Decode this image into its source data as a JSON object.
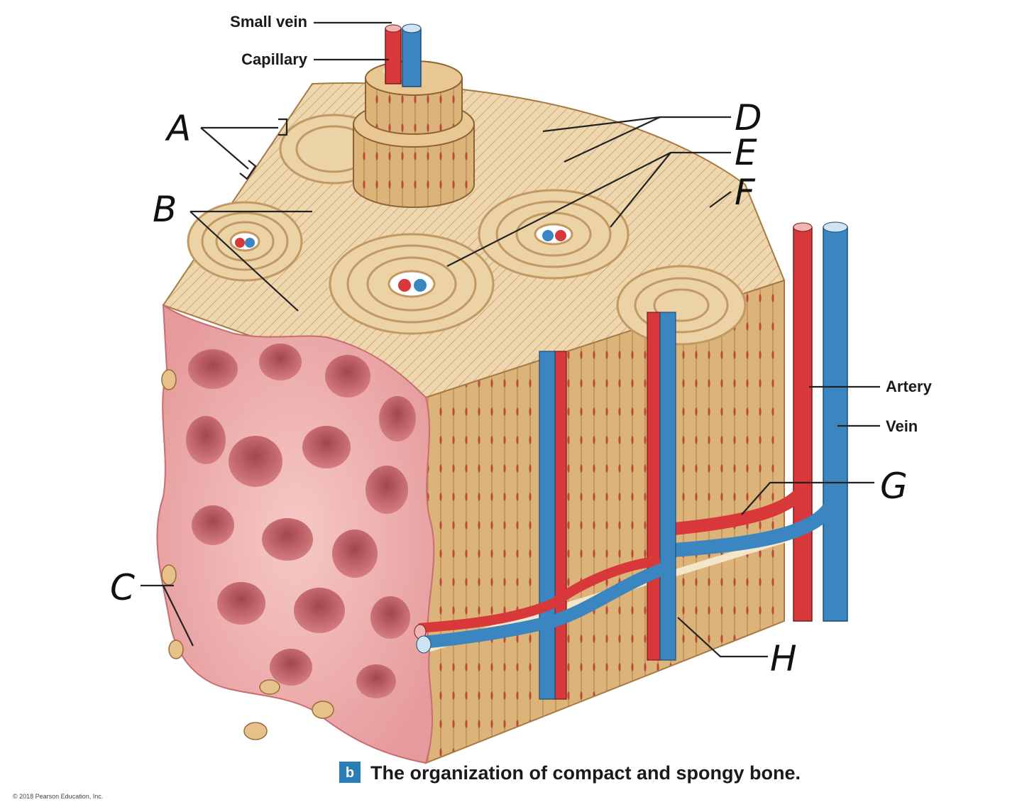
{
  "labels": {
    "small_vein": "Small vein",
    "capillary": "Capillary",
    "artery": "Artery",
    "vein": "Vein",
    "a": "A",
    "b": "B",
    "c": "C",
    "d": "D",
    "e": "E",
    "f": "F",
    "g": "G",
    "h": "H"
  },
  "caption": {
    "badge": "b",
    "text": "The organization of compact and spongy bone."
  },
  "copyright": "© 2018 Pearson Education, Inc.",
  "colors": {
    "bone": "#e8cfa2",
    "bone_dark": "#d6b27a",
    "lamella_line": "#b78a55",
    "osteocyte": "#b94a3a",
    "spongy": "#e9a3a3",
    "spongy_dark": "#c86e72",
    "artery": "#d9383a",
    "vein": "#3b86c0",
    "badge": "#2a7db5"
  }
}
